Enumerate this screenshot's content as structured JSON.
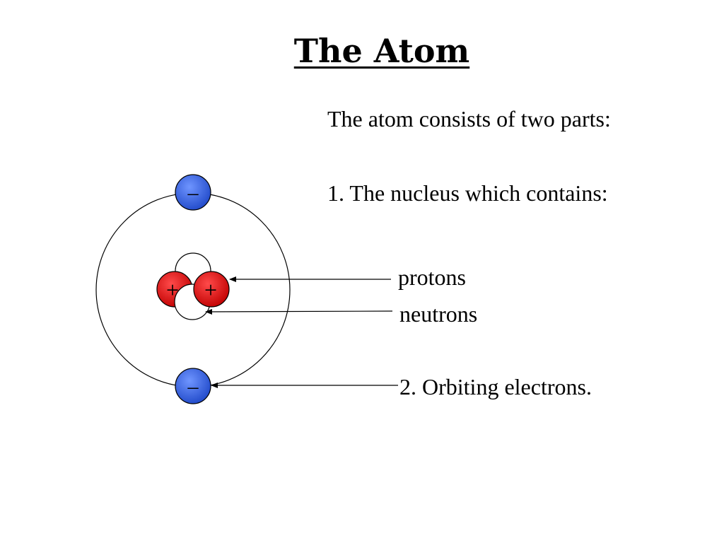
{
  "slide": {
    "title": "The Atom",
    "intro": "The atom consists of two parts:",
    "item1": "1.  The nucleus which contains:",
    "protons_label": "protons",
    "neutrons_label": "neutrons",
    "item2": "2.  Orbiting electrons."
  },
  "diagram": {
    "electron_color": "#2f5fe0",
    "proton_color": "#e01010",
    "neutron_color": "#ffffff",
    "electron_symbol": "–",
    "proton_symbol": "+"
  }
}
